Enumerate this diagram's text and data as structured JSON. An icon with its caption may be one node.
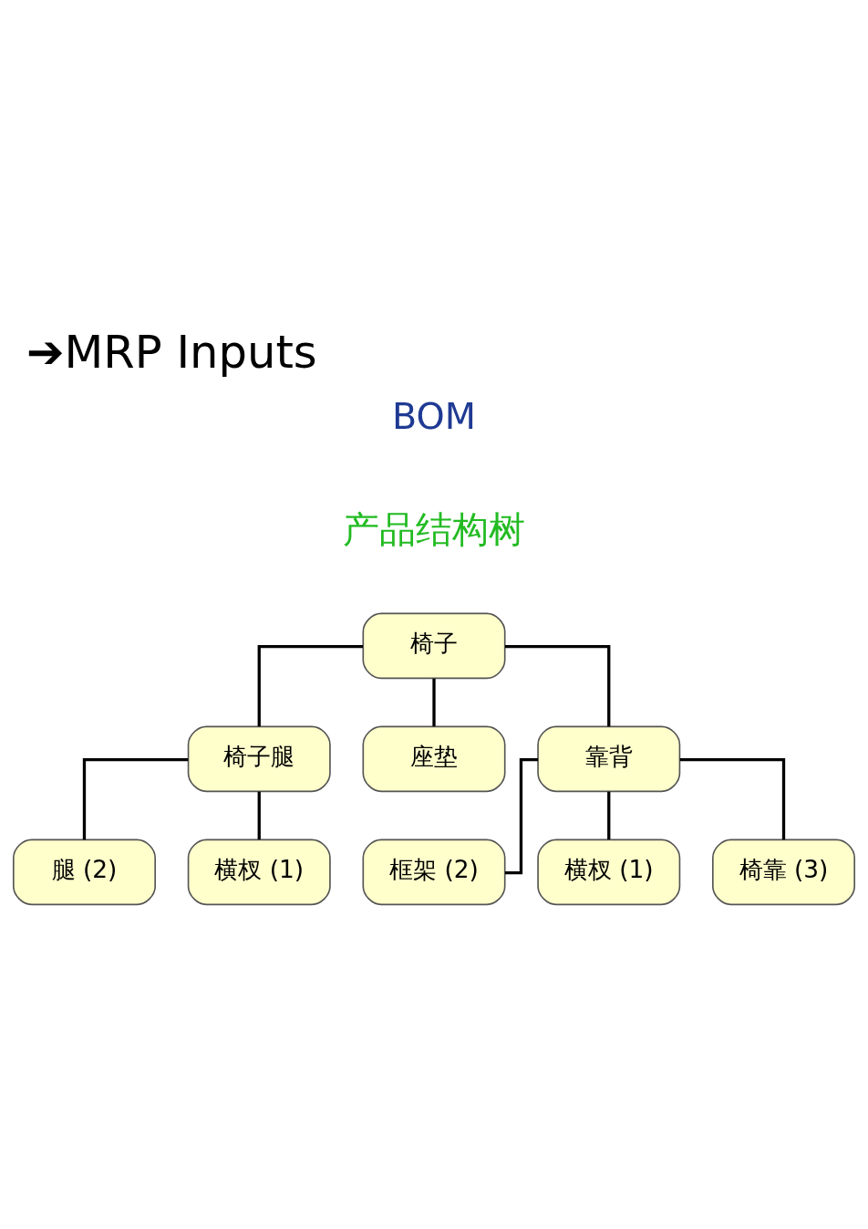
{
  "diagram": {
    "title": "➔MRP Inputs",
    "nodes": [
      {
        "text": [
          "椅子"
        ]
      },
      {
        "text": [
          "椅子腿"
        ]
      },
      {
        "text": [
          "座垫"
        ]
      },
      {
        "text": [
          "靠背"
        ]
      },
      {
        "text": [
          "腿 (2)"
        ]
      },
      {
        "text": [
          "横杈 (1)"
        ]
      },
      {
        "text": [
          "框架 (2)"
        ]
      },
      {
        "text": [
          "横杈 (1)"
        ]
      },
      {
        "text": [
          "椅靠 (3)"
        ]
      }
    ],
    "edges": [
      {
        "from": 0,
        "to": 1,
        "arrow": "none"
      },
      {
        "from": 0,
        "to": 2,
        "arrow": "none"
      },
      {
        "from": 0,
        "to": 3,
        "arrow": "none"
      },
      {
        "from": 1,
        "to": 4,
        "arrow": "none"
      },
      {
        "from": 1,
        "to": 5,
        "arrow": "none"
      },
      {
        "from": 3,
        "to": 6,
        "arrow": "none"
      },
      {
        "from": 3,
        "to": 7,
        "arrow": "none"
      },
      {
        "from": 3,
        "to": 8,
        "arrow": "none"
      }
    ],
    "labels": [
      "BOM",
      "产品结构树"
    ]
  }
}
